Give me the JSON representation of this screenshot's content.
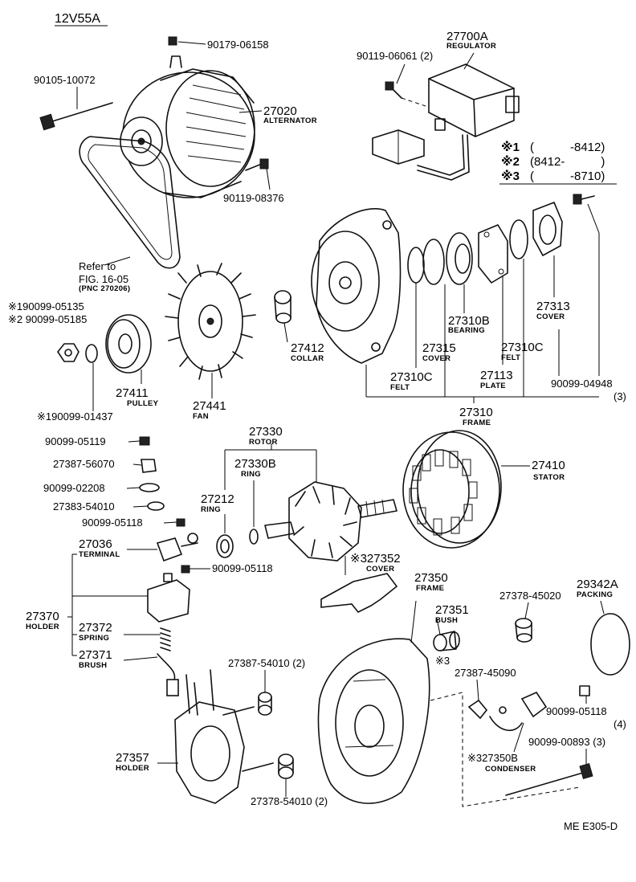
{
  "header": {
    "model": "12V55A"
  },
  "footer": {
    "code": "MΕ E305-D"
  },
  "legend": {
    "rows": [
      {
        "mark": "※1",
        "range": "(　　　-8412)"
      },
      {
        "mark": "※2",
        "range": "(8412-　　　)"
      },
      {
        "mark": "※3",
        "range": "(　　　-8710)"
      }
    ]
  },
  "refer": {
    "line1": "Refer to",
    "line2": "FIG. 16-05",
    "line3": "(PNC 270206)"
  },
  "parts": {
    "p90179_06158": {
      "number": "90179-06158"
    },
    "p90105_10072": {
      "number": "90105-10072"
    },
    "p27020": {
      "number": "27020",
      "name": "ALTERNATOR"
    },
    "p90119_08376": {
      "number": "90119-08376"
    },
    "p27700A": {
      "number": "27700A",
      "name": "REGULATOR"
    },
    "p90119_06061": {
      "number": "90119-06061 (2)"
    },
    "p90099_05135": {
      "number": "※190099-05135"
    },
    "p90099_05185": {
      "number": "※2 90099-05185"
    },
    "p27411": {
      "number": "27411",
      "name": "PULLEY"
    },
    "p90099_01437": {
      "number": "※190099-01437"
    },
    "p27441": {
      "number": "27441",
      "name": "FAN"
    },
    "p27412": {
      "number": "27412",
      "name": "COLLAR"
    },
    "p27310B": {
      "number": "27310B",
      "name": "BEARING"
    },
    "p27313": {
      "number": "27313",
      "name": "COVER"
    },
    "p27315": {
      "number": "27315",
      "name": "COVER"
    },
    "p27310C_a": {
      "number": "27310C",
      "name": "FELT"
    },
    "p27310C_b": {
      "number": "27310C",
      "name": "FELT"
    },
    "p27113": {
      "number": "27113",
      "name": "PLATE"
    },
    "p90099_04948": {
      "number": "90099-04948",
      "qty": "(3)"
    },
    "p27310": {
      "number": "27310",
      "name": "FRAME"
    },
    "p27330": {
      "number": "27330",
      "name": "ROTOR"
    },
    "p27330B": {
      "number": "27330B",
      "name": "RING"
    },
    "p27212": {
      "number": "27212",
      "name": "RING"
    },
    "p27410": {
      "number": "27410",
      "name": "STATOR"
    },
    "p90099_05119": {
      "number": "90099-05119"
    },
    "p27387_56070": {
      "number": "27387-56070"
    },
    "p90099_02208": {
      "number": "90099-02208"
    },
    "p27383_54010": {
      "number": "27383-54010"
    },
    "p90099_05118_a": {
      "number": "90099-05118"
    },
    "p27036": {
      "number": "27036",
      "name": "TERMINAL"
    },
    "p90099_05118_b": {
      "number": "90099-05118"
    },
    "p27352": {
      "number": "※327352",
      "name": "COVER"
    },
    "p27350": {
      "number": "27350",
      "name": "FRAME"
    },
    "p27351": {
      "number": "27351",
      "name": "BUSH"
    },
    "p27378_45020": {
      "number": "27378-45020"
    },
    "p29342A": {
      "number": "29342A",
      "name": "PACKING"
    },
    "p27370": {
      "number": "27370",
      "name": "HOLDER"
    },
    "p27372": {
      "number": "27372",
      "name": "SPRING"
    },
    "p27371": {
      "number": "27371",
      "name": "BRUSH"
    },
    "p27387_54010": {
      "number": "27387-54010 (2)"
    },
    "p27387_45090": {
      "number": "27387-45090",
      "mark": "※3"
    },
    "p90099_05118_c": {
      "number": "90099-05118",
      "qty": "(4)"
    },
    "p90099_00893": {
      "number": "90099-00893 (3)"
    },
    "p27357": {
      "number": "27357",
      "name": "HOLDER"
    },
    "p27350B": {
      "number": "※327350B",
      "name": "CONDENSER"
    },
    "p27378_54010": {
      "number": "27378-54010 (2)"
    }
  }
}
